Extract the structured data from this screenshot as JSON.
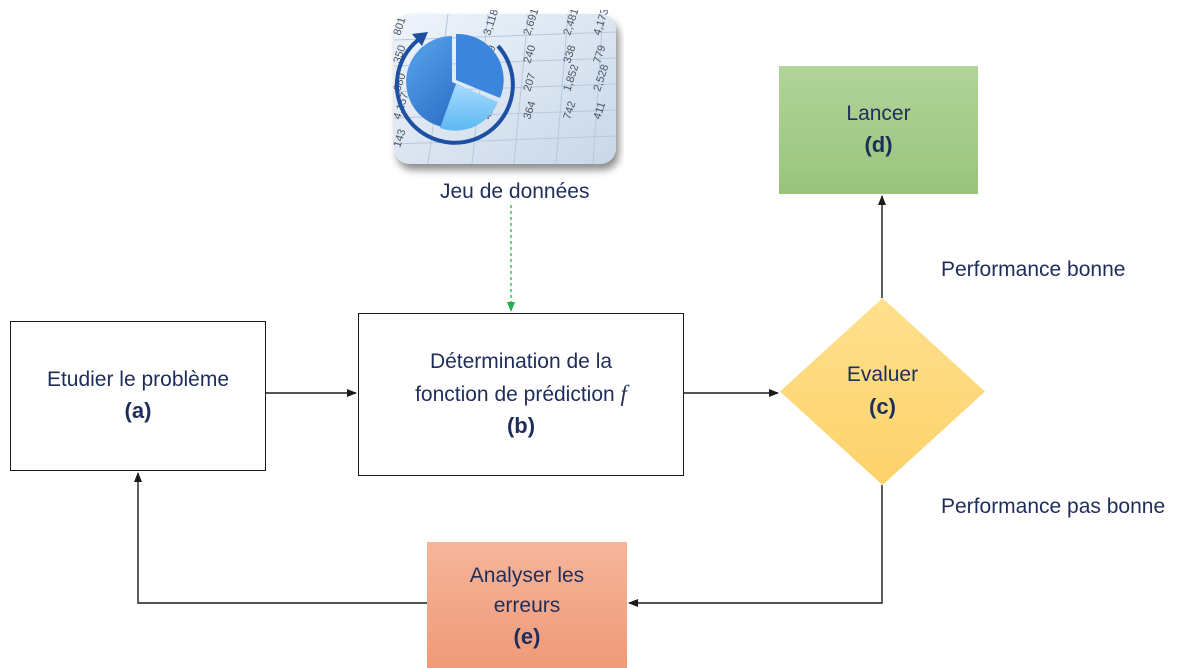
{
  "dataset": {
    "label": "Jeu de données",
    "icon": "dataset-table-pie-chart-icon",
    "table_numbers": [
      "801",
      "3,118",
      "2,691",
      "2,481",
      "4,173",
      "350",
      "589",
      "240",
      "338",
      "779",
      "680",
      "821",
      "207",
      "1,852",
      "2,528",
      "4,157",
      "425",
      "364",
      "742",
      "411",
      "143"
    ]
  },
  "nodes": {
    "a": {
      "label": "Etudier le problème",
      "tag": "(a)"
    },
    "b": {
      "label_line1": "Détermination de la",
      "label_line2": "fonction de prédiction",
      "symbol": "f",
      "tag": "(b)"
    },
    "c": {
      "label": "Evaluer",
      "tag": "(c)"
    },
    "d": {
      "label": "Lancer",
      "tag": "(d)"
    },
    "e": {
      "label_line1": "Analyser les",
      "label_line2": "erreurs",
      "tag": "(e)"
    }
  },
  "edge_labels": {
    "good": "Performance bonne",
    "bad": "Performance pas bonne"
  },
  "colors": {
    "text": "#1f2d5a",
    "launch_fill": "#a9cf8f",
    "evaluate_fill": "#ffd97a",
    "errors_fill": "#f4a886",
    "dataset_arrow": "#22b14c",
    "lines": "#1a1a1a"
  }
}
